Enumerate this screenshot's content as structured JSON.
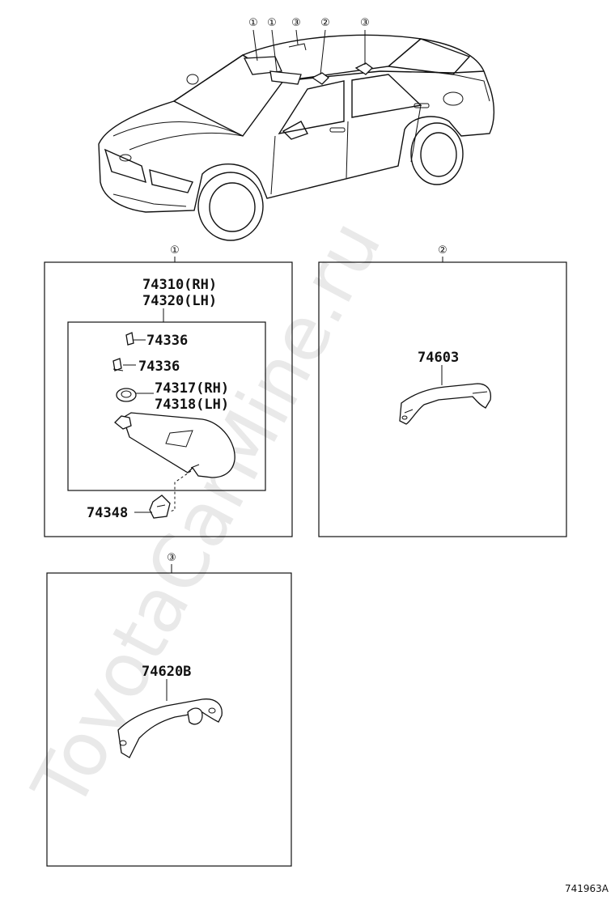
{
  "car_callouts": [
    "①",
    "①",
    "③",
    "②",
    "③"
  ],
  "panel1": {
    "label": "①",
    "assembly_rh": "74310(RH)",
    "assembly_lh": "74320(LH)",
    "clip_a": "74336",
    "clip_b": "74336",
    "holder_rh": "74317(RH)",
    "holder_lh": "74318(LH)",
    "hook": "74348"
  },
  "panel2": {
    "label": "②",
    "grip": "74603"
  },
  "panel3": {
    "label": "③",
    "grip": "74620B"
  },
  "watermark": "ToyotaCarMine.ru",
  "illustration_number": "741963A"
}
